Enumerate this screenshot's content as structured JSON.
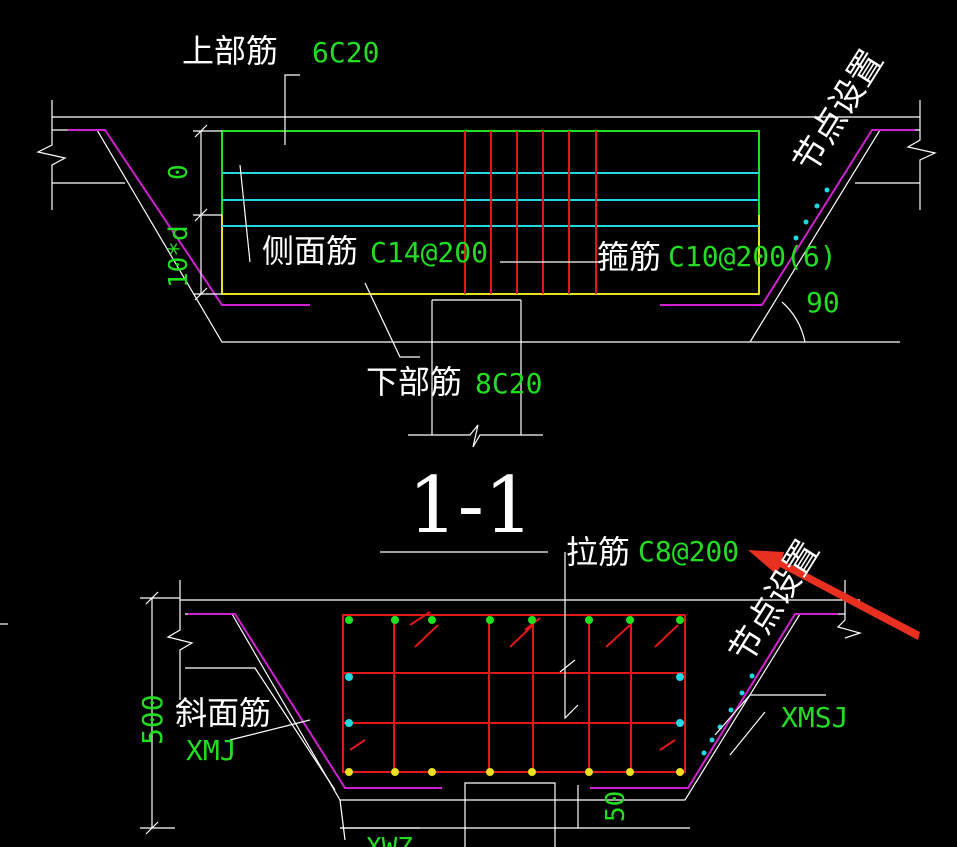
{
  "section_title": "1-1",
  "top_section": {
    "top_bar_label": "上部筋",
    "top_bar_value": "6C20",
    "side_bar_label": "侧面筋",
    "side_bar_value": "C14@200",
    "stirrup_label": "箍筋",
    "stirrup_value": "C10@200(6)",
    "bottom_bar_label": "下部筋",
    "bottom_bar_value": "8C20",
    "dim_zero": "0",
    "dim_ten_d": "10*d",
    "angle_value": "90",
    "node_setting_label": "节点设置"
  },
  "bottom_section": {
    "tie_bar_label": "拉筋",
    "tie_bar_value": "C8@200",
    "node_setting_label": "节点设置",
    "slant_bar_label": "斜面筋",
    "slant_bar_value": "XMJ",
    "side_code": "XMSJ",
    "dim_height": "500",
    "dim_offset": "50",
    "bottom_code": "XWZ"
  },
  "colors": {
    "background": "#000000",
    "label_text": "#ffffff",
    "value_text": "#22dd22",
    "outline": "#ffffff",
    "bent_bar": "#d020d0",
    "stirrup": "#e01818",
    "side_bar": "#20d8e0",
    "yellow_bar": "#e8e020",
    "main_bar": "#20e020",
    "arrow": "#e83020"
  }
}
